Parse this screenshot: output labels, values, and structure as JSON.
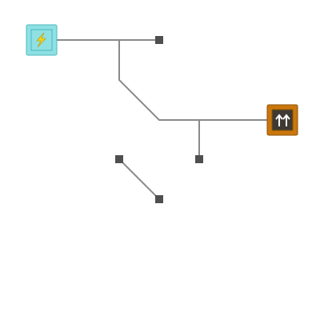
{
  "colors": {
    "background": "#ffffff",
    "wire": "#8a8a8a",
    "node": "#4f4f4f",
    "power_tile": "#8fe0e3",
    "power_tile_border": "#48b9c2",
    "power_symbol": "#f2d41f",
    "output_tile": "#c9770c",
    "output_tile_border": "#8f5205",
    "output_symbol": "#ffffff"
  },
  "components": {
    "source": {
      "type": "power-source",
      "icon": "lightning-bolt-icon"
    },
    "sink": {
      "type": "output-gate",
      "icon": "double-up-arrow-icon"
    }
  },
  "grid_step": 50
}
